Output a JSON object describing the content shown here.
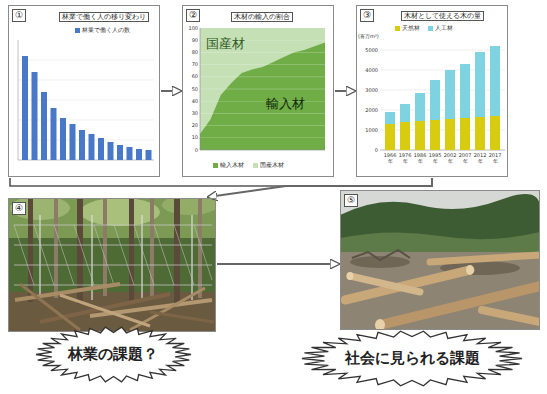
{
  "diagram": {
    "nodes": [
      {
        "text": [
          "①",
          "林業で働く人の移り変わり"
        ]
      },
      {
        "text": [
          "②",
          "木材の輸入の割合"
        ]
      },
      {
        "text": [
          "③",
          "木材として使える木の量"
        ]
      },
      {
        "text": [
          "④"
        ]
      },
      {
        "text": [
          "林業の課題？"
        ]
      },
      {
        "text": [
          "⑤"
        ]
      },
      {
        "text": [
          "社会に見られる課題"
        ]
      }
    ],
    "edges": [
      {
        "from": 0,
        "to": 1,
        "arrow": "to"
      },
      {
        "from": 1,
        "to": 2,
        "arrow": "to"
      },
      {
        "from": 2,
        "to": 3,
        "arrow": "to"
      },
      {
        "from": 3,
        "to": 5,
        "arrow": "to"
      }
    ],
    "labels": [
      "国産材",
      "輸入材",
      "100",
      "90",
      "80",
      "70",
      "60",
      "50",
      "40",
      "30",
      "20",
      "10",
      "0",
      "(百万m³)",
      "5000",
      "4000",
      "3000",
      "2000",
      "1000",
      "0",
      "1966年",
      "1976年",
      "1986年",
      "1995年",
      "2002年",
      "2007年",
      "2012年",
      "2017年"
    ],
    "legend": [
      {
        "text": "林業で働く人の数",
        "color": "#4a78c8"
      },
      {
        "text": "輸入木材",
        "color": "#70ad47"
      },
      {
        "text": "国産木材",
        "color": "#c5e0b4"
      },
      {
        "text": "天然林",
        "color": "#d8cc10"
      },
      {
        "text": "人工林",
        "color": "#7fd3e0"
      }
    ]
  }
}
